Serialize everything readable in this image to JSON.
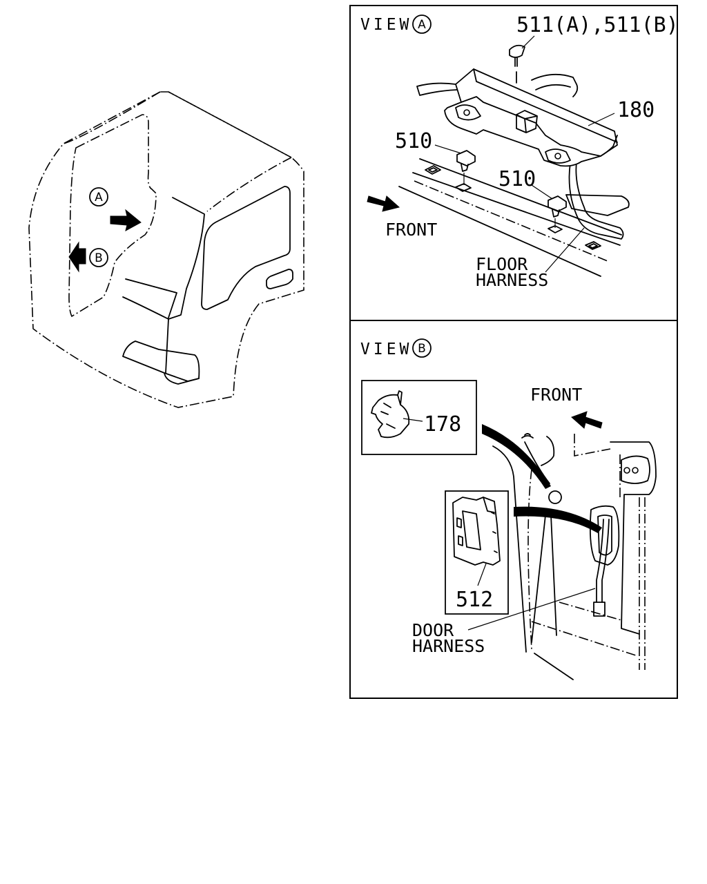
{
  "view_a": {
    "title": "VIEW",
    "marker": "A",
    "labels": {
      "bolt": "511(A),511(B)",
      "bracket": "180",
      "clip_left": "510",
      "clip_right": "510",
      "front": "FRONT",
      "harness_line1": "FLOOR",
      "harness_line2": "HARNESS"
    }
  },
  "view_b": {
    "title": "VIEW",
    "marker": "B",
    "labels": {
      "clip": "178",
      "grommet_cover": "512",
      "front": "FRONT",
      "harness_line1": "DOOR",
      "harness_line2": "HARNESS"
    }
  },
  "cab": {
    "marker_a": "A",
    "marker_b": "B"
  }
}
